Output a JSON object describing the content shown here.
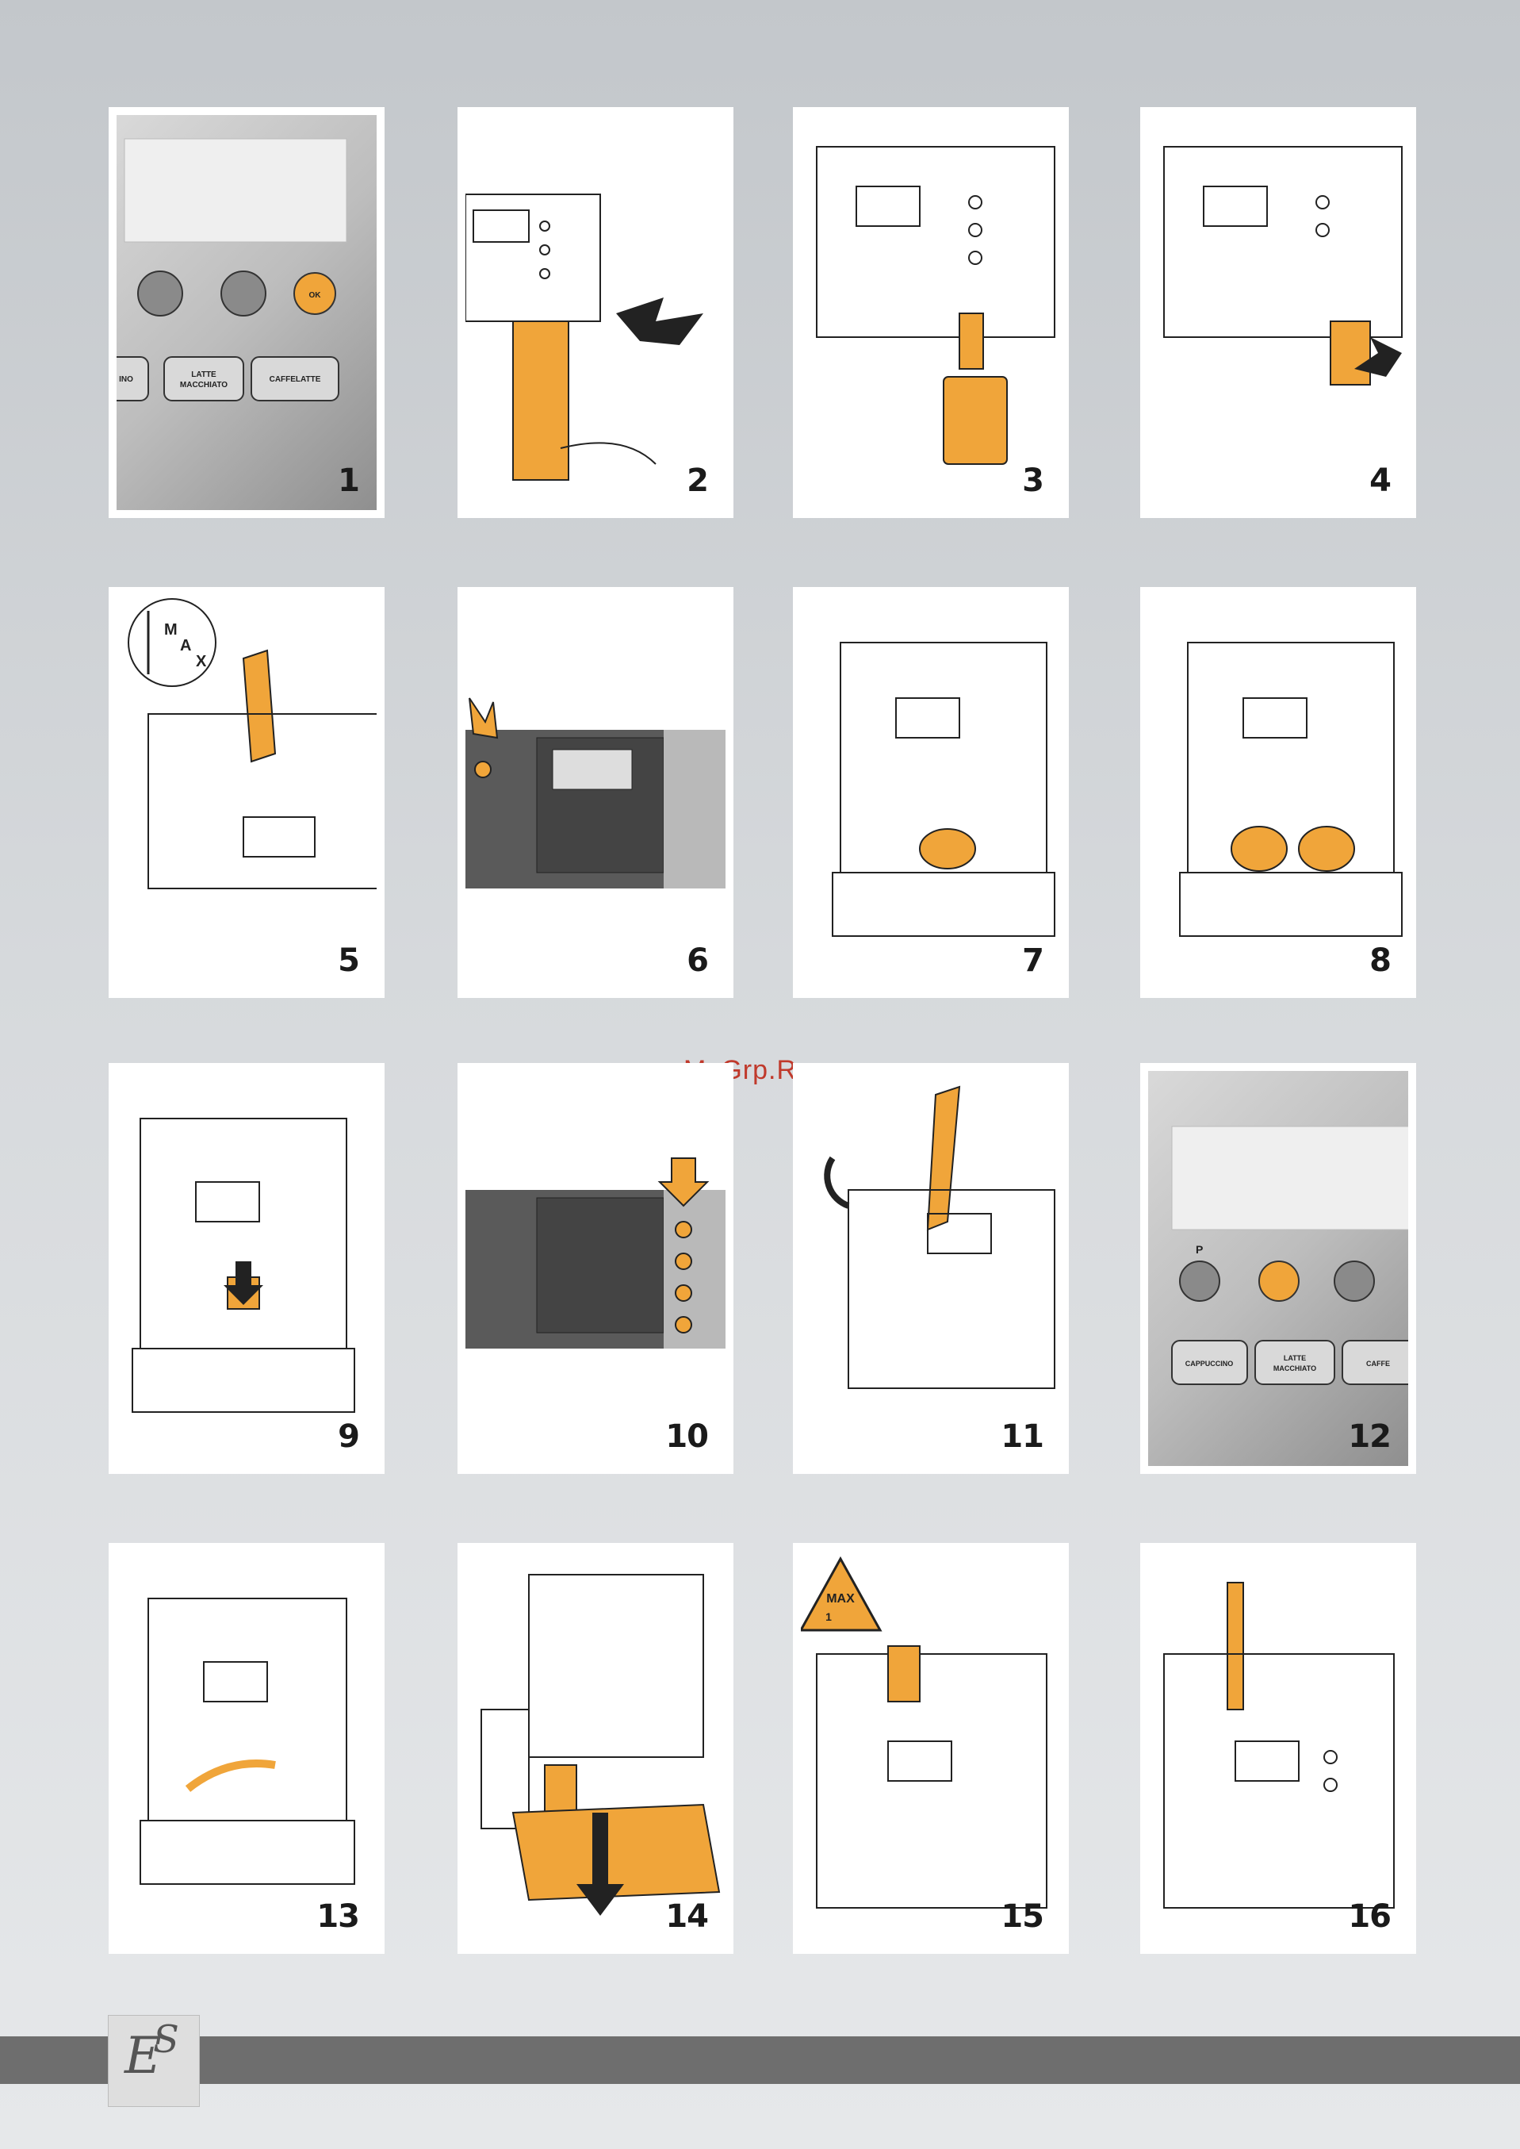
{
  "watermark": "McGrp.Ru",
  "logo": {
    "letter1": "E",
    "letter2": "S"
  },
  "steps": [
    "1",
    "2",
    "3",
    "4",
    "5",
    "6",
    "7",
    "8",
    "9",
    "10",
    "11",
    "12",
    "13",
    "14",
    "15",
    "16"
  ],
  "panel1": {
    "ok": "OK",
    "btn_left": "INO",
    "btn_mid_1": "LATTE",
    "btn_mid_2": "MACCHIATO",
    "btn_right": "CAFFELATTE"
  },
  "panel5": {
    "max_letters": [
      "M",
      "A",
      "X"
    ]
  },
  "panel12": {
    "p": "P",
    "btn1": "CAPPUCCINO",
    "btn2_1": "LATTE",
    "btn2_2": "MACCHIATO",
    "btn3": "CAFFE"
  },
  "panel15": {
    "max": "MAX",
    "one": "1"
  },
  "colors": {
    "accent": "#f0a53a",
    "dark": "#1a1a1a",
    "panel_grey": "#a0a0a0"
  }
}
